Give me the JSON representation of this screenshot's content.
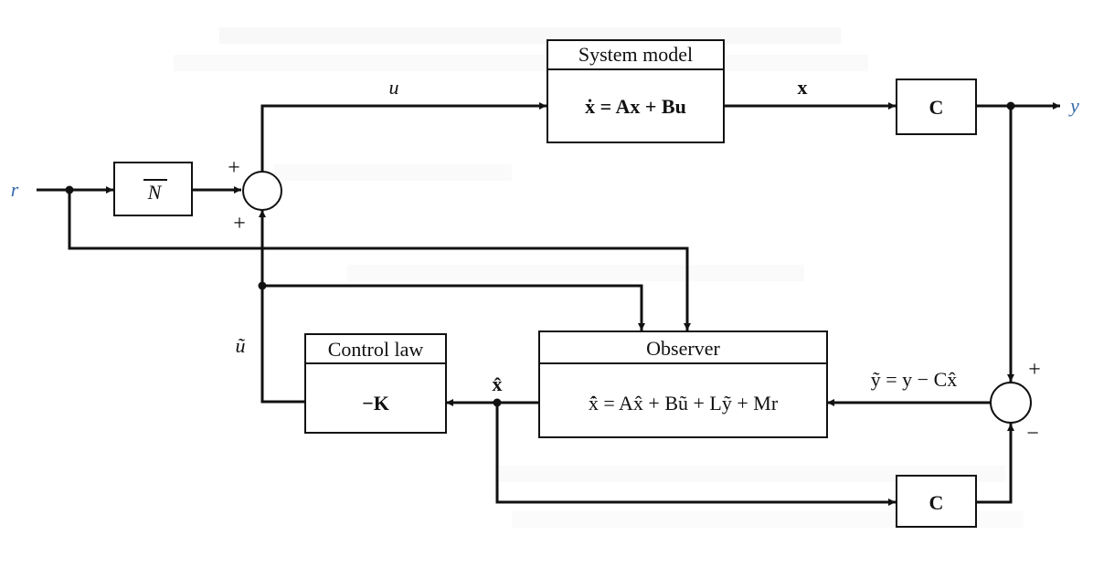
{
  "signals": {
    "r": "r",
    "u": "u",
    "x": "x",
    "y": "y",
    "u_tilde": "ũ",
    "x_hat": "x̂",
    "y_tilde_eq": "ỹ = y − Cx̂"
  },
  "blocks": {
    "system_model": {
      "title": "System model",
      "equation": "ẋ = Ax + Bu"
    },
    "output_c": {
      "label": "C"
    },
    "gain_n": {
      "label": "N"
    },
    "control_law": {
      "title": "Control law",
      "gain": "−K"
    },
    "observer": {
      "title": "Observer",
      "equation": "x̂̇ = Ax̂ + Bũ + Lỹ + Mr"
    },
    "observer_c": {
      "label": "C"
    }
  },
  "summing_junctions": {
    "input_sum": {
      "top_sign": "+",
      "bottom_sign": "+"
    },
    "error_sum": {
      "top_sign": "+",
      "bottom_sign": "−"
    }
  },
  "colors": {
    "line": "#111111",
    "external_signal": "#3a6aa8"
  }
}
